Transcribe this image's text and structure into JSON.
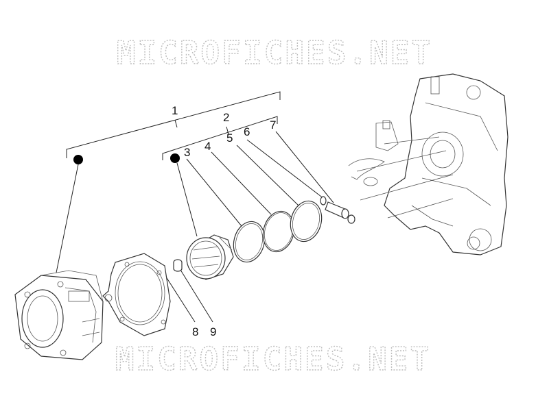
{
  "watermark": {
    "text": "MICROFICHES.NET"
  },
  "callouts": {
    "c1": "1",
    "c2": "2",
    "c3": "3",
    "c4": "4",
    "c5": "5",
    "c6": "6",
    "c7": "7",
    "c8": "8",
    "c9": "9"
  },
  "colors": {
    "line": "#222222",
    "part": "#333333",
    "dot": "#000000",
    "watermark": "#bdbdbd"
  }
}
